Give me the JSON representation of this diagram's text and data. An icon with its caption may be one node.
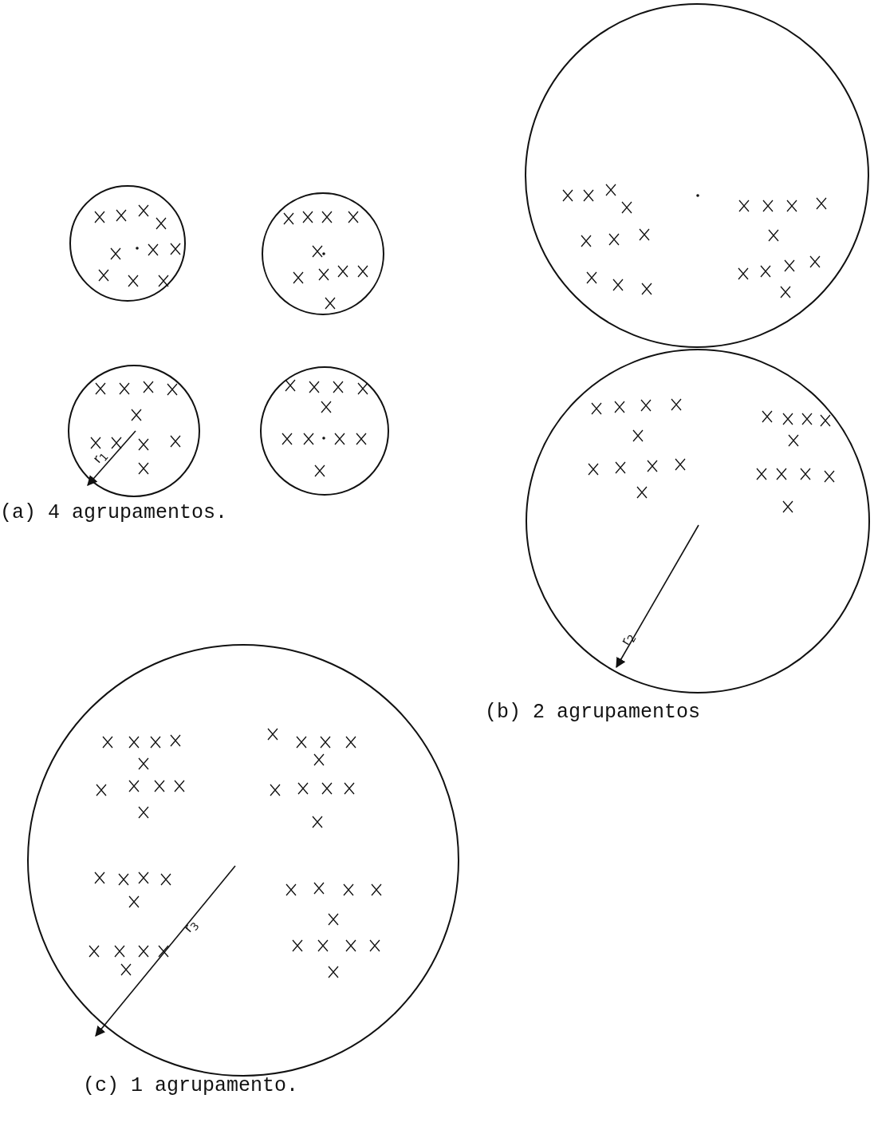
{
  "diagram": {
    "labels": [
      "r$_{1}$",
      "(a) 4 agrupamentos.",
      "r$_{2}$",
      "(b) 2 agrupamentos",
      "r$_{3}$",
      "(c) 1 agrupamento."
    ]
  }
}
